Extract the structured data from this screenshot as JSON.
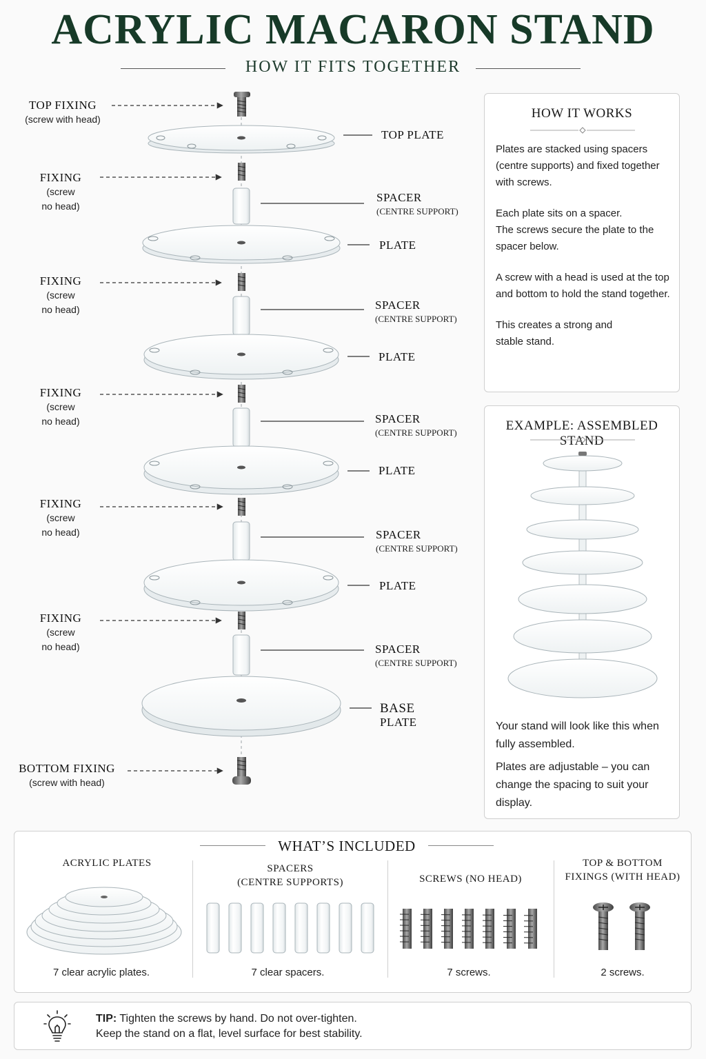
{
  "header": {
    "title": "ACRYLIC MACARON STAND",
    "subtitle": "HOW IT FITS TOGETHER"
  },
  "left_labels": {
    "top_fixing": {
      "title": "TOP FIXING",
      "detail": "(screw with head)"
    },
    "fixing": {
      "title": "FIXING",
      "detail_line1": "(screw",
      "detail_line2": "no head)"
    },
    "bottom_fixing": {
      "title": "BOTTOM FIXING",
      "detail": "(screw with head)"
    }
  },
  "right_labels": {
    "top_plate": "TOP PLATE",
    "spacer": "SPACER",
    "spacer_detail": "(CENTRE SUPPORT)",
    "plate": "PLATE",
    "base_line1": "BASE",
    "base_line2": "PLATE"
  },
  "how_it_works": {
    "title": "HOW IT WORKS",
    "p1": "Plates are stacked using spacers (centre supports) and fixed together with screws.",
    "p2_line1": "Each plate sits on a spacer.",
    "p2_line2": "The screws secure the plate to the spacer below.",
    "p3": "A screw with a head is used at the top and bottom to hold the stand together.",
    "p4": "This creates a strong and stable stand."
  },
  "example": {
    "title": "EXAMPLE: ASSEMBLED STAND",
    "p1": "Your stand will look like this when fully assembled.",
    "p2": "Plates are adjustable – you can change the spacing to suit your display."
  },
  "included": {
    "title": "WHAT’S INCLUDED",
    "plates_title": "ACRYLIC PLATES",
    "plates_caption": "7 clear acrylic plates.",
    "spacers_title_line1": "SPACERS",
    "spacers_title_line2": "(CENTRE SUPPORTS)",
    "spacers_caption": "7 clear spacers.",
    "screws_title": "SCREWS (NO HEAD)",
    "screws_caption": "7 screws.",
    "fixings_title_line1": "TOP & BOTTOM",
    "fixings_title_line2": "FIXINGS (WITH HEAD)",
    "fixings_caption": "2 screws."
  },
  "tip": {
    "label": "TIP:",
    "line1": "Tighten the screws by hand. Do not over-tighten.",
    "line2": "Keep the stand on a flat, level surface for best stability."
  },
  "icons": {
    "tip": "lightbulb-icon"
  },
  "colors": {
    "title_green": "#173a28",
    "panel_border": "#cfcfcf",
    "acrylic_edge": "#a9b4b9"
  }
}
